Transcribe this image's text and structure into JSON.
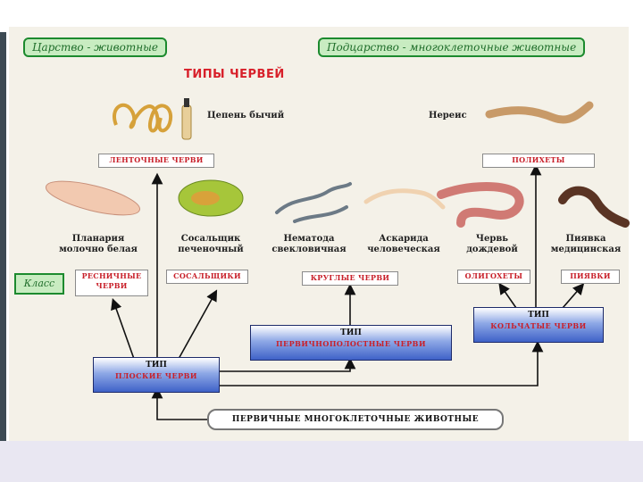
{
  "header": {
    "kingdom": "Царство - животные",
    "subkingdom": "Подцарство - многоклеточные животные"
  },
  "title": "ТИПЫ ЧЕРВЕЙ",
  "animals": {
    "tapeworm": "Цепень бычий",
    "nereis": "Нереис",
    "planaria": [
      "Планария",
      "молочно белая"
    ],
    "fluke": [
      "Сосальщик",
      "печеночный"
    ],
    "nematode": [
      "Нематода",
      "свекловичная"
    ],
    "ascaris": [
      "Аскарида",
      "человеческая"
    ],
    "earthworm": [
      "Червь",
      "дождевой"
    ],
    "leech": [
      "Пиявка",
      "медицинская"
    ]
  },
  "classes": {
    "tapeworms": "ЛЕНТОЧНЫЕ ЧЕРВИ",
    "polychaetes": "ПОЛИХЕТЫ",
    "ciliated": [
      "РЕСНИЧНЫЕ",
      "ЧЕРВИ"
    ],
    "flukes": "СОСАЛЬЩИКИ",
    "roundworms": "КРУГЛЫЕ ЧЕРВИ",
    "oligochaetes": "ОЛИГОХЕТЫ",
    "leeches": "ПИЯВКИ"
  },
  "class_label": "Класс",
  "types": {
    "word": "ТИП",
    "flat": "ПЛОСКИЕ ЧЕРВИ",
    "primary_cavity": "ПЕРВИЧНОПОЛОСТНЫЕ ЧЕРВИ",
    "ringed": "КОЛЬЧАТЫЕ ЧЕРВИ"
  },
  "root": "ПЕРВИЧНЫЕ МНОГОКЛЕТОЧНЫЕ ЖИВОТНЫЕ"
}
